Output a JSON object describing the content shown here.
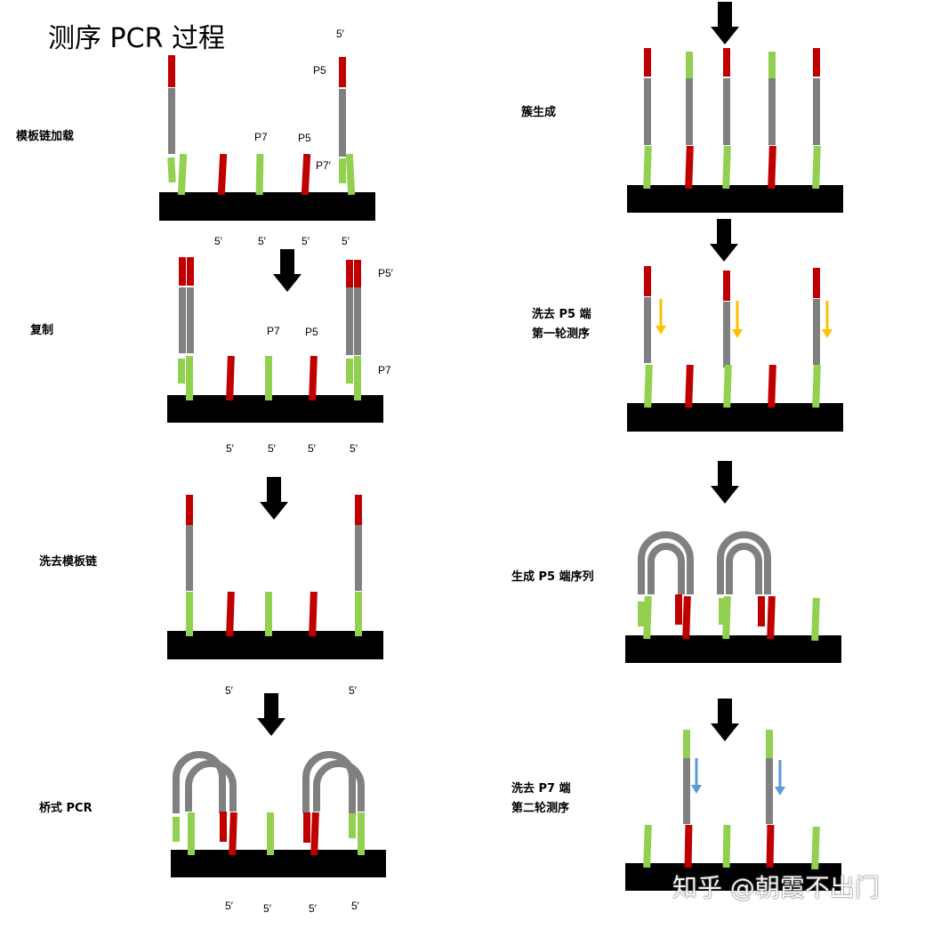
{
  "title": "测序 PCR 过程",
  "colors": {
    "p5": "#c00000",
    "p7": "#92d050",
    "template": "#808080",
    "base": "#000000",
    "yellow_arrow": "#ffc000",
    "blue_arrow": "#5b9bd5"
  },
  "steps": {
    "s1": "模板链加载",
    "s2": "复制",
    "s3": "洗去模板链",
    "s4": "桥式 PCR",
    "s5": "簇生成",
    "s6a": "洗去 P5 端",
    "s6b": "第一轮测序",
    "s7": "生成 P5 端序列",
    "s8a": "洗去 P7 端",
    "s8b": "第二轮测序"
  },
  "labels": {
    "five_prime": "5′",
    "p5": "P5",
    "p7": "P7",
    "p7_prime": "P7′",
    "p5_prime": "P5′"
  },
  "watermark": "知乎 @朝霞不出门"
}
